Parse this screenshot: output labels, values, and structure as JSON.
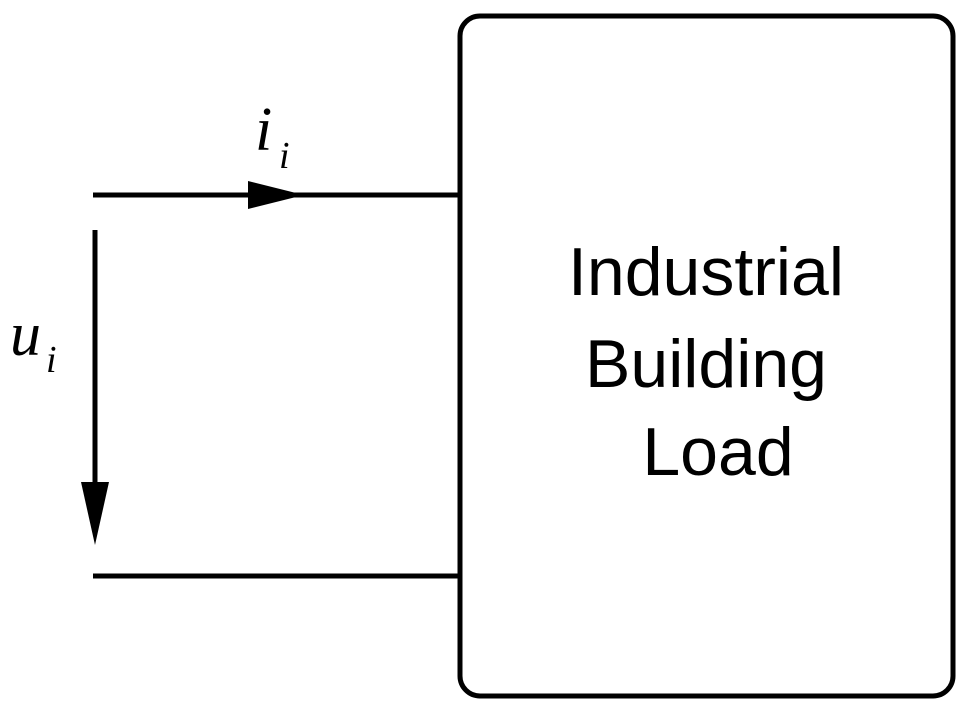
{
  "load_box": {
    "lines": [
      "Industrial",
      "Building",
      "Load"
    ]
  },
  "current_label": {
    "symbol": "i",
    "subscript": "i"
  },
  "voltage_label": {
    "symbol": "u",
    "subscript": "i"
  },
  "colors": {
    "stroke": "#000000",
    "background": "#ffffff"
  }
}
